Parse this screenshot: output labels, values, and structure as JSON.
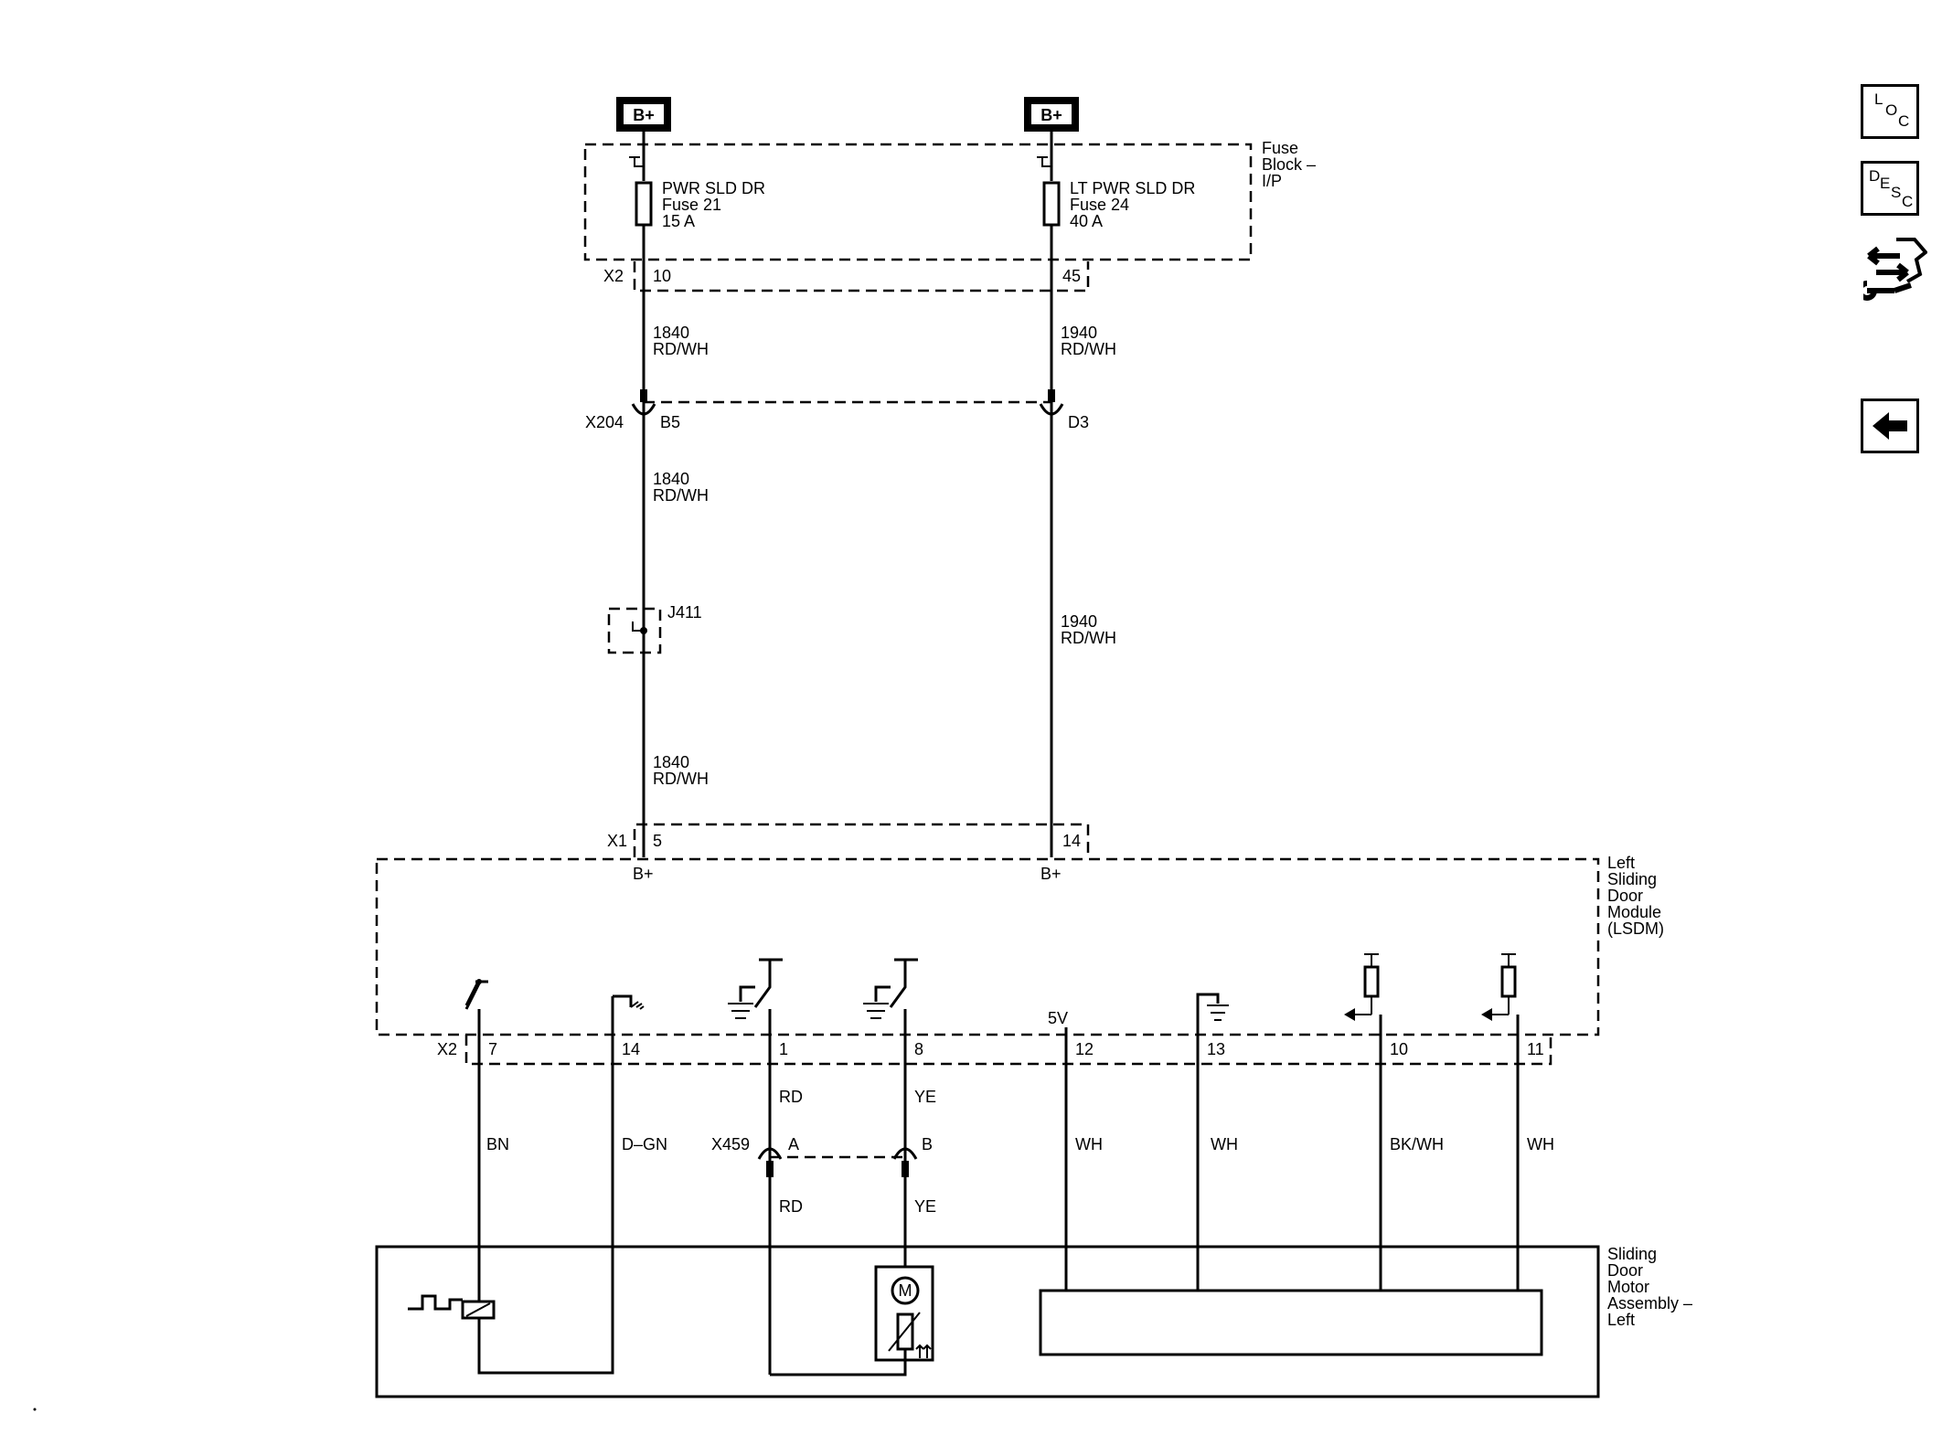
{
  "battery": {
    "label": "B+"
  },
  "fuse_block": {
    "title_lines": [
      "Fuse",
      "Block –",
      "I/P"
    ],
    "connector": "X2",
    "fuse_21": {
      "lines": [
        "PWR SLD DR",
        "Fuse 21",
        "15 A"
      ],
      "pin": "10"
    },
    "fuse_24": {
      "lines": [
        "LT PWR SLD DR",
        "Fuse 24",
        "40 A"
      ],
      "pin": "45"
    }
  },
  "wires": {
    "w1840": {
      "circuit": "1840",
      "color": "RD/WH"
    },
    "w1940": {
      "circuit": "1940",
      "color": "RD/WH"
    }
  },
  "x204": {
    "name": "X204",
    "pin_b5": "B5",
    "pin_d3": "D3"
  },
  "splice": {
    "name": "J411"
  },
  "x1": {
    "name": "X1",
    "pin_5": "5",
    "pin_14": "14",
    "b_plus": "B+"
  },
  "lsdm": {
    "title_lines": [
      "Left",
      "Sliding",
      "Door",
      "Module",
      "(LSDM)"
    ],
    "five_v": "5V"
  },
  "x2_lower": {
    "name": "X2",
    "pins": [
      "7",
      "14",
      "1",
      "8",
      "12",
      "13",
      "10",
      "11"
    ],
    "wire_colors": [
      "BN",
      "D–GN",
      "RD",
      "YE",
      "WH",
      "WH",
      "BK/WH",
      "WH"
    ]
  },
  "x459": {
    "name": "X459",
    "pin_a": "A",
    "pin_b": "B",
    "wire_a": "RD",
    "wire_b": "YE"
  },
  "motor_assembly": {
    "title_lines": [
      "Sliding",
      "Door",
      "Motor",
      "Assembly –",
      "Left"
    ],
    "motor_label": "M"
  },
  "sidebar": {
    "loc": "LOC",
    "desc": "DESC"
  }
}
